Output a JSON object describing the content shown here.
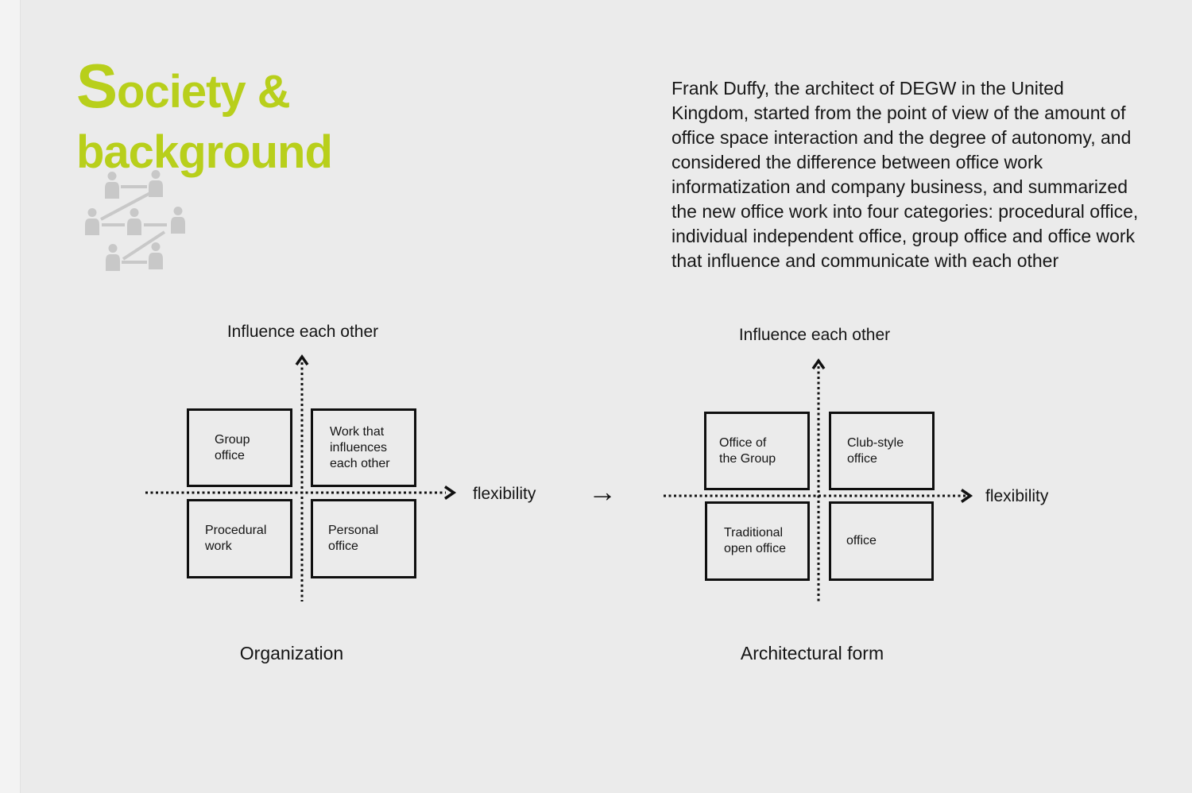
{
  "slide": {
    "title": {
      "first_letter": "S",
      "line1_rest": "ociety &",
      "line2": "background"
    },
    "accent_color": "#b8cf1b",
    "background_color": "#ebebeb",
    "icon": {
      "name": "people-network-icon",
      "color": "#c8c8c8"
    },
    "paragraph": "Frank Duffy, the architect of DEGW in the United Kingdom, started from the point of view of the amount of office space interaction and the degree of autonomy, and considered the difference between office work informatization and company business, and summarized the new office work into four categories: procedural office, individual independent office, group office and office work that influence and communicate with each other"
  },
  "transform_arrow": "→",
  "diagrams": [
    {
      "id": "organization",
      "y_axis_label": "Influence each other",
      "x_axis_label": "flexibility",
      "caption": "Organization",
      "quadrants": {
        "top_left": "Group\noffice",
        "top_right": "Work that\ninfluences\neach other",
        "bottom_left": "Procedural\nwork",
        "bottom_right": "Personal\noffice"
      }
    },
    {
      "id": "architectural-form",
      "y_axis_label": "Influence each other",
      "x_axis_label": "flexibility",
      "caption": "Architectural form",
      "quadrants": {
        "top_left": "Office of\nthe Group",
        "top_right": "Club-style\noffice",
        "bottom_left": "Traditional\nopen office",
        "bottom_right": "office"
      }
    }
  ]
}
